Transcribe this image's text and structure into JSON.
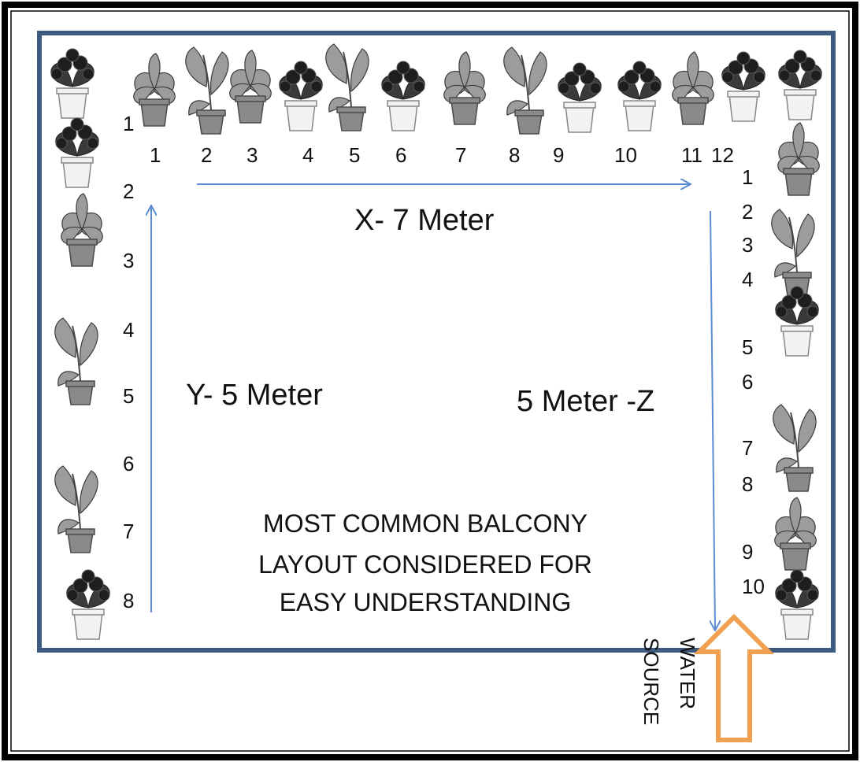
{
  "colors": {
    "outer_border": "#000000",
    "balcony_border": "#3d5a80",
    "arrow": "#5b8bd0",
    "water_arrow": "#f0a050"
  },
  "top_numbers": [
    "1",
    "2",
    "3",
    "4",
    "5",
    "6",
    "7",
    "8",
    "9",
    "10",
    "11",
    "12"
  ],
  "left_numbers": [
    "1",
    "2",
    "3",
    "4",
    "5",
    "6",
    "7",
    "8"
  ],
  "right_numbers": [
    "1",
    "2",
    "3",
    "4",
    "5",
    "6",
    "7",
    "8",
    "9",
    "10"
  ],
  "labels": {
    "x_side": "X- 7 Meter",
    "y_side": "Y- 5 Meter",
    "z_side": "5 Meter -Z",
    "note_line1": "MOST COMMON BALCONY",
    "note_line2": "LAYOUT CONSIDERED FOR",
    "note_line3": "EASY  UNDERSTANDING",
    "water_line1": "WATER",
    "water_line2": "SOURCE"
  },
  "icons": {
    "plant": "potted-plant-icon",
    "arrow": "direction-arrow-icon",
    "water": "water-source-arrow-icon"
  }
}
